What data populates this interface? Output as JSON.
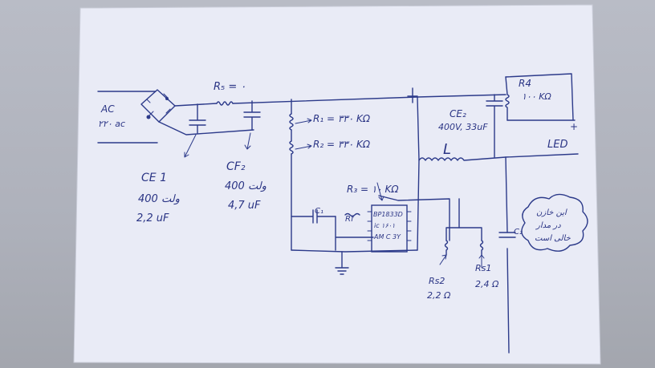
{
  "labels": {
    "ac": "AC",
    "ac_voltage": "۲۲۰ ac",
    "r5": "R₅ = ۰",
    "r1": "R₁ = ۳۳۰ KΩ",
    "r2": "R₂ = ۳۳۰ KΩ",
    "r3": "R₃ = ۱۰ KΩ",
    "r4": "R4",
    "r4_value": "۱۰۰ KΩ",
    "ce2": "CE₂",
    "ce2_value": "400V, 33uF",
    "l": "L",
    "led_plus": "+",
    "led": "LED",
    "ic_line1": "BP1833D",
    "ic_line2": "ic ۱۶۰۱",
    "ic_line3": "AM C 3Y",
    "ce1": "CE 1",
    "ce1_voltage": "400 ولت",
    "ce1_value": "2,2 uF",
    "cf2": "CF₂",
    "cf2_voltage": "400 ولت",
    "cf2_value": "4,7 uF",
    "c1": "C₁",
    "c2": "C₂",
    "rf": "Rf",
    "rs2": "Rs2",
    "rs2_value": "2,2 Ω",
    "rs1": "Rs1",
    "rs1_value": "2,4 Ω",
    "note_line1": "این خازن",
    "note_line2": "در مدار",
    "note_line3": "خالی است"
  }
}
